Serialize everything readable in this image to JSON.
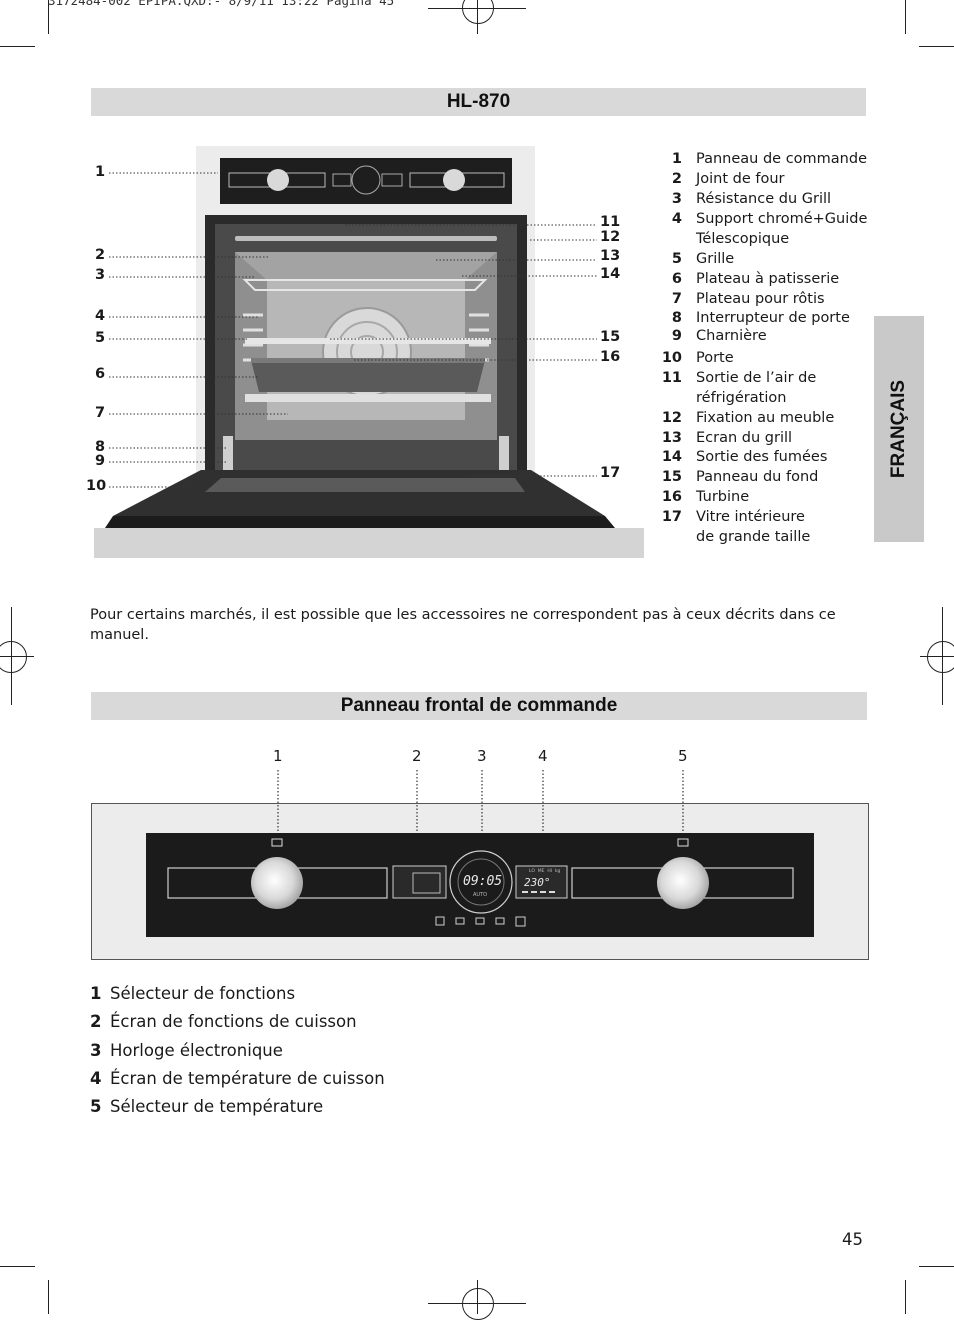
{
  "printer_slug": "3172484-002 EPIPA.QXD:-  8/9/11  13:22  Pagina 45",
  "section_title": "HL-870",
  "side_tab": "FRANÇAIS",
  "legend": [
    {
      "num": "1",
      "text": "Panneau de commande"
    },
    {
      "num": "2",
      "text": "Joint de four"
    },
    {
      "num": "3",
      "text": "Résistance du Grill"
    },
    {
      "num": "4",
      "text": "Support chromé+Guide\nTélescopique"
    },
    {
      "num": "5",
      "text": "Grille"
    },
    {
      "num": "6",
      "text": "Plateau à patisserie"
    },
    {
      "num": "7",
      "text": "Plateau pour rôtis"
    },
    {
      "num": "8",
      "text": "Interrupteur de porte"
    },
    {
      "num": "9",
      "text": "Charnière"
    },
    {
      "num": "10",
      "text": "Porte"
    },
    {
      "num": "11",
      "text": "Sortie de l’air de\nréfrigération"
    },
    {
      "num": "12",
      "text": "Fixation au meuble"
    },
    {
      "num": "13",
      "text": "Ecran du grill"
    },
    {
      "num": "14",
      "text": "Sortie des fumées"
    },
    {
      "num": "15",
      "text": "Panneau du fond"
    },
    {
      "num": "16",
      "text": "Turbine"
    },
    {
      "num": "17",
      "text": "Vitre intérieure\nde grande taille"
    }
  ],
  "oven_callouts_left": [
    "1",
    "2",
    "3",
    "4",
    "5",
    "6",
    "7",
    "8",
    "9",
    "10"
  ],
  "oven_callouts_right": [
    "11",
    "12",
    "13",
    "14",
    "15",
    "16",
    "17"
  ],
  "note": "Pour certains marchés, il est possible que les accessoires ne correspondent pas à ceux décrits dans ce manuel.",
  "panel_title": "Panneau frontal de commande",
  "panel_labels": [
    "1",
    "2",
    "3",
    "4",
    "5"
  ],
  "panel_display": {
    "clock": "09:05",
    "temp": "230°",
    "auto": "AUTO",
    "levels": "LO  ME  HI  kg"
  },
  "controls": [
    {
      "num": "1",
      "text": "Sélecteur de fonctions"
    },
    {
      "num": "2",
      "text": "Écran de fonctions de cuisson"
    },
    {
      "num": "3",
      "text": "Horloge électronique"
    },
    {
      "num": "4",
      "text": "Écran de température de cuisson"
    },
    {
      "num": "5",
      "text": "Sélecteur de température"
    }
  ],
  "page_number": "45"
}
